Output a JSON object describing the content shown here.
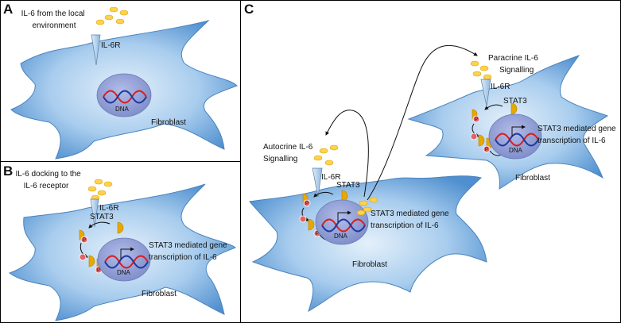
{
  "panels": {
    "A": {
      "letter": "A",
      "annotation_lines": [
        "IL-6  from the local",
        "environment"
      ],
      "receptor_label": "IL-6R",
      "cell_label": "Fibroblast",
      "dna_label": "DNA"
    },
    "B": {
      "letter": "B",
      "annotation_lines": [
        "IL-6 docking to the",
        "IL-6 receptor"
      ],
      "receptor_label": "IL-6R",
      "stat3_label": "STAT3",
      "transcription_lines": [
        "STAT3 mediated gene",
        "transcription of IL-6"
      ],
      "cell_label": "Fibroblast",
      "dna_label": "DNA",
      "phospho_label": "P"
    },
    "C": {
      "letter": "C",
      "autocrine_lines": [
        "Autocrine IL-6",
        "Signalling"
      ],
      "paracrine_lines": [
        "Paracrine IL-6",
        "Signalling"
      ],
      "left_cell": {
        "receptor_label": "IL-6R",
        "stat3_label": "STAT3",
        "transcription_lines": [
          "STAT3 mediated gene",
          "transcription of IL-6"
        ],
        "cell_label": "Fibroblast",
        "dna_label": "DNA",
        "phospho_label": "P"
      },
      "right_cell": {
        "receptor_label": "IL-6R",
        "stat3_label": "STAT3",
        "transcription_lines": [
          "STAT3 mediated gene",
          "transcription of IL-6"
        ],
        "cell_label": "Fibroblast",
        "dna_label": "DNA",
        "phospho_label": "P"
      }
    }
  },
  "colors": {
    "cell_light": "#d6e9f7",
    "cell_dark": "#5b9bd5",
    "nucleus": "#8e9ed6",
    "il6": "#ffd24d",
    "stat3": "#e8a800",
    "phospho": "#e06666",
    "dna_red": "#d62020",
    "dna_blue": "#1f3aa0",
    "receptor": "#9dc3e6",
    "border": "#000000"
  }
}
